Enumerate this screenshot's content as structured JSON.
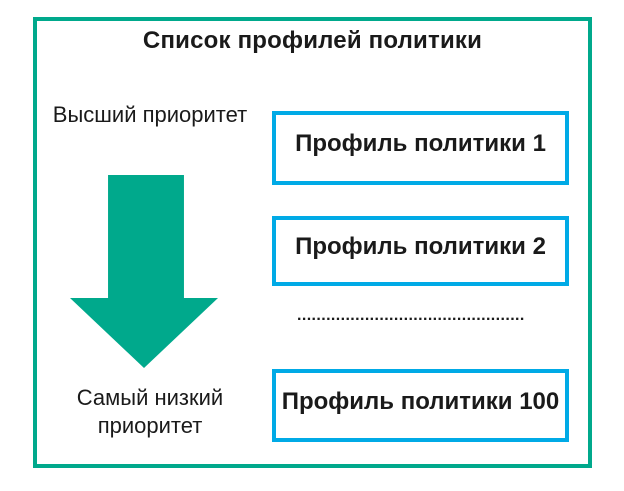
{
  "diagram": {
    "title": "Список профилей политики",
    "priority_top_label": "Высший приоритет",
    "priority_bottom_label": "Самый низкий приоритет",
    "profiles": [
      {
        "label": "Профиль политики 1"
      },
      {
        "label": "Профиль политики 2"
      },
      {
        "label": "Профиль политики 100"
      }
    ],
    "ellipsis": "...............................................",
    "colors": {
      "frame_border": "#00A98C",
      "arrow": "#00A98C",
      "profile_box_border": "#00AAE6",
      "text": "#1A1A1A",
      "background": "#FFFFFF"
    }
  }
}
